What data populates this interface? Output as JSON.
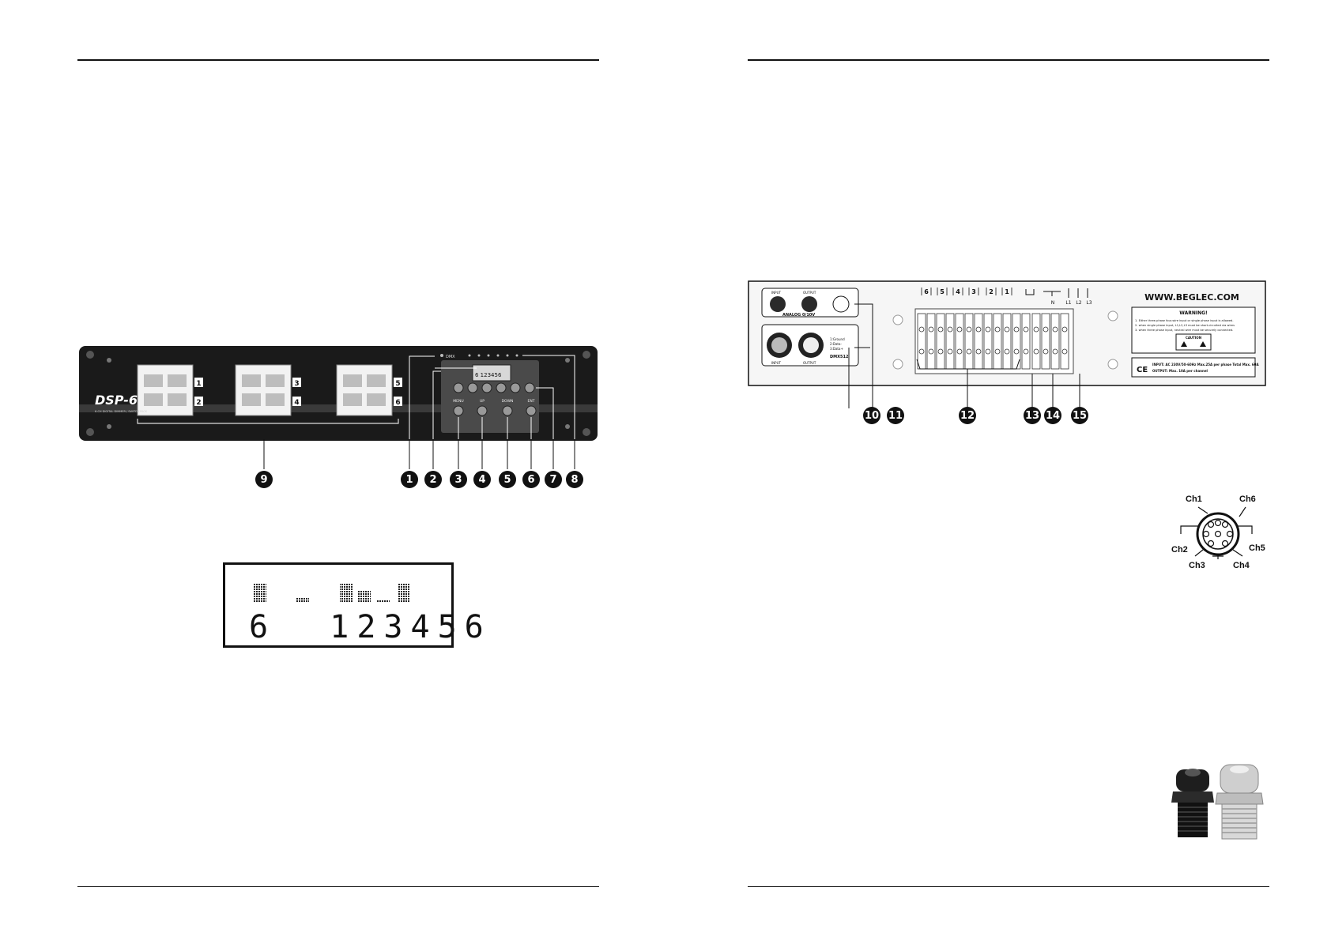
{
  "front_panel": {
    "model": "DSP-6",
    "subtitle": "6-CH DIGITAL DIMMER / SWITCH PACK",
    "channel_labels": [
      "1",
      "2",
      "3",
      "4",
      "5",
      "6"
    ],
    "dmx_led_label": "DMX",
    "display_text": "6 123456",
    "buttons": [
      "MENU",
      "UP",
      "DOWN",
      "ENT"
    ],
    "callouts": [
      "1",
      "2",
      "3",
      "4",
      "5",
      "6",
      "7",
      "8",
      "9"
    ]
  },
  "lcd_closeup": {
    "digits": "6  123456"
  },
  "rear_panel": {
    "website": "WWW.BEGLEC.COM",
    "analog_labels": {
      "input": "INPUT",
      "output": "OUTPUT",
      "section": "ANALOG 0/10V"
    },
    "dmx_labels": {
      "input": "INPUT",
      "output": "OUTPUT",
      "section": "DMX512",
      "pins": [
        "1:Ground",
        "2:Data-",
        "3:Data+"
      ]
    },
    "channel_terminals": [
      "6",
      "5",
      "4",
      "3",
      "2",
      "1"
    ],
    "power_terminals": [
      "N",
      "L1",
      "L2",
      "L3"
    ],
    "warning": {
      "title": "WARNING!",
      "lines": [
        "1. Either three-phase four-wire input or single phase input is allowed.",
        "2. when single phase input, L1,L2,L3 must be short-circuited via wires",
        "3. when three phase input, neutral wire must be securely connected."
      ],
      "caution": "CAUTION"
    },
    "ce_mark": "CE",
    "ratings": {
      "input": "INPUT: AC 230V/50-60Hz  Max.25A per phase  Total Max. 60A",
      "output": "OUTPUT: Max. 10A per channel"
    },
    "callouts": [
      "10",
      "11",
      "12",
      "13",
      "14",
      "15"
    ]
  },
  "din_connector": {
    "pins": [
      "Ch1",
      "Ch6",
      "Ch2",
      "Ch5",
      "Ch3",
      "Ch4"
    ]
  }
}
